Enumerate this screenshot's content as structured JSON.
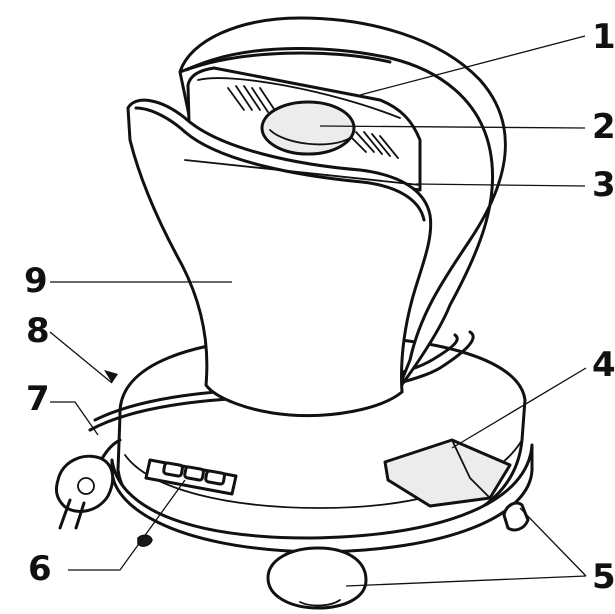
{
  "callouts": [
    {
      "id": "1",
      "label": "1"
    },
    {
      "id": "2",
      "label": "2"
    },
    {
      "id": "3",
      "label": "3"
    },
    {
      "id": "4",
      "label": "4"
    },
    {
      "id": "5",
      "label": "5"
    },
    {
      "id": "6",
      "label": "6"
    },
    {
      "id": "7",
      "label": "7"
    },
    {
      "id": "8",
      "label": "8"
    },
    {
      "id": "9",
      "label": "9"
    }
  ],
  "colors": {
    "ink": "#111111",
    "shade": "#ececec",
    "background": "#ffffff"
  }
}
